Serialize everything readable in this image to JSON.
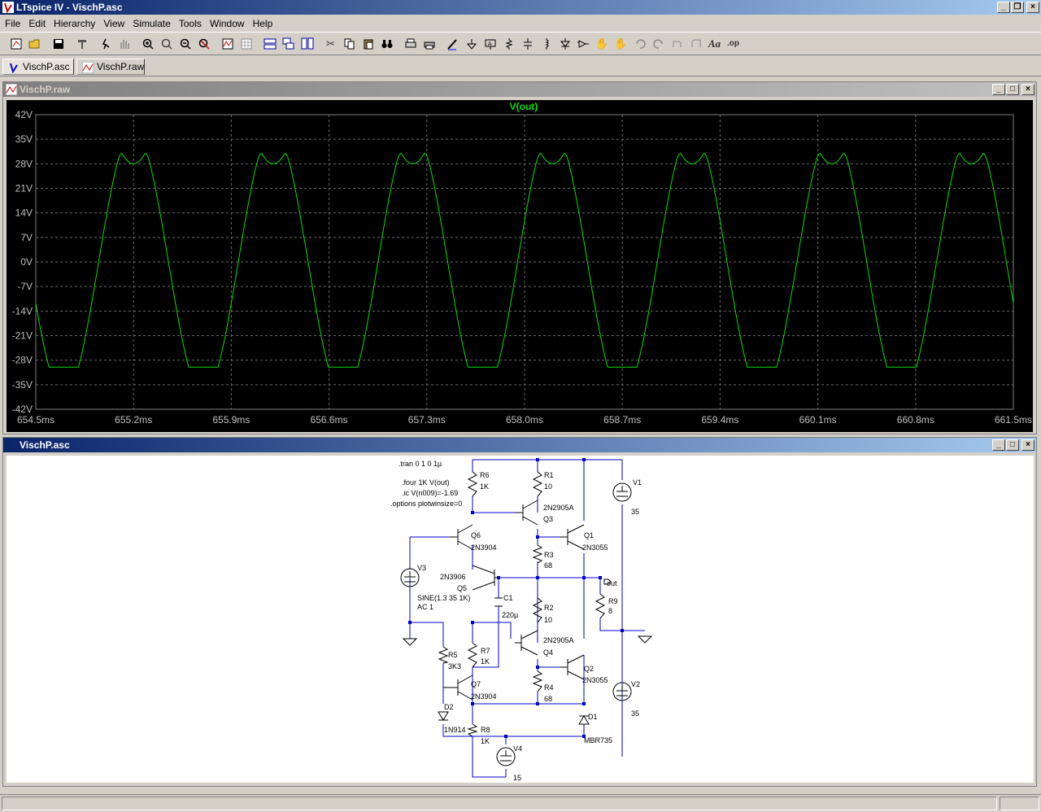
{
  "app": {
    "title": "LTspice IV - VischP.asc"
  },
  "menu": [
    "File",
    "Edit",
    "Hierarchy",
    "View",
    "Simulate",
    "Tools",
    "Window",
    "Help"
  ],
  "tabs": [
    {
      "label": "VischP.asc"
    },
    {
      "label": "VischP.raw"
    }
  ],
  "plot_window": {
    "title": "VischP.raw"
  },
  "schematic_window": {
    "title": "VischP.asc"
  },
  "colors": {
    "trace": "#00e000",
    "grid": "#808080",
    "axis_text": "#c0c0c0",
    "wire": "#0000cc",
    "component": "#000000"
  },
  "chart_data": {
    "type": "line",
    "title": "V(out)",
    "series": [
      {
        "name": "V(out)",
        "description_shape": "clipped sine, 1 kHz"
      }
    ],
    "x_ticks": [
      "654.5ms",
      "655.2ms",
      "655.9ms",
      "656.6ms",
      "657.3ms",
      "658.0ms",
      "658.7ms",
      "659.4ms",
      "660.1ms",
      "660.8ms",
      "661.5ms"
    ],
    "y_ticks": [
      "42V",
      "35V",
      "28V",
      "21V",
      "14V",
      "7V",
      "0V",
      "-7V",
      "-14V",
      "-21V",
      "-28V",
      "-35V",
      "-42V"
    ],
    "xlim": [
      654.5,
      661.5
    ],
    "ylim": [
      -42,
      42
    ],
    "frequency_khz": 1.0,
    "amplitude_v": 31,
    "upper_clip_v": 31,
    "upper_dip_v": 28,
    "lower_clip_v": -30,
    "grid": true
  },
  "schematic": {
    "directives": [
      ".tran 0 1 0 1µ",
      ".four 1K V(out)",
      ".ic V(n009)=-1.69",
      ".options plotwinsize=0"
    ],
    "labels": {
      "R6": "R6",
      "R6v": "1K",
      "R1": "R1",
      "R1v": "10",
      "V1": "V1",
      "V1v": "35",
      "Q3m": "2N2905A",
      "Q3": "Q3",
      "Q6": "Q6",
      "Q6m": "2N3904",
      "Q1": "Q1",
      "Q1m": "2N3055",
      "R3": "R3",
      "R3v": "68",
      "V3": "V3",
      "Q5m": "2N3906",
      "Q5": "Q5",
      "out": "out",
      "V3v1": "SINE(1.3 35 1K)",
      "V3v2": "AC 1",
      "C1": "C1",
      "C1v": "220µ",
      "R9": "R9",
      "R9v": "8",
      "R2": "R2",
      "R2v": "10",
      "Q4m": "2N2905A",
      "Q4": "Q4",
      "R5": "R5",
      "R5v": "3K3",
      "R7": "R7",
      "R7v": "1K",
      "Q2": "Q2",
      "Q2m": "2N3055",
      "Q7": "Q7",
      "Q7m": "2N3904",
      "V2": "V2",
      "R4": "R4",
      "R4v": "68",
      "V2v": "35",
      "D2": "D2",
      "D1": "D1",
      "D2m": "1N914",
      "R8": "R8",
      "R8v": "1K",
      "D1m": "MBR735",
      "V4": "V4",
      "V4v": "15"
    }
  }
}
